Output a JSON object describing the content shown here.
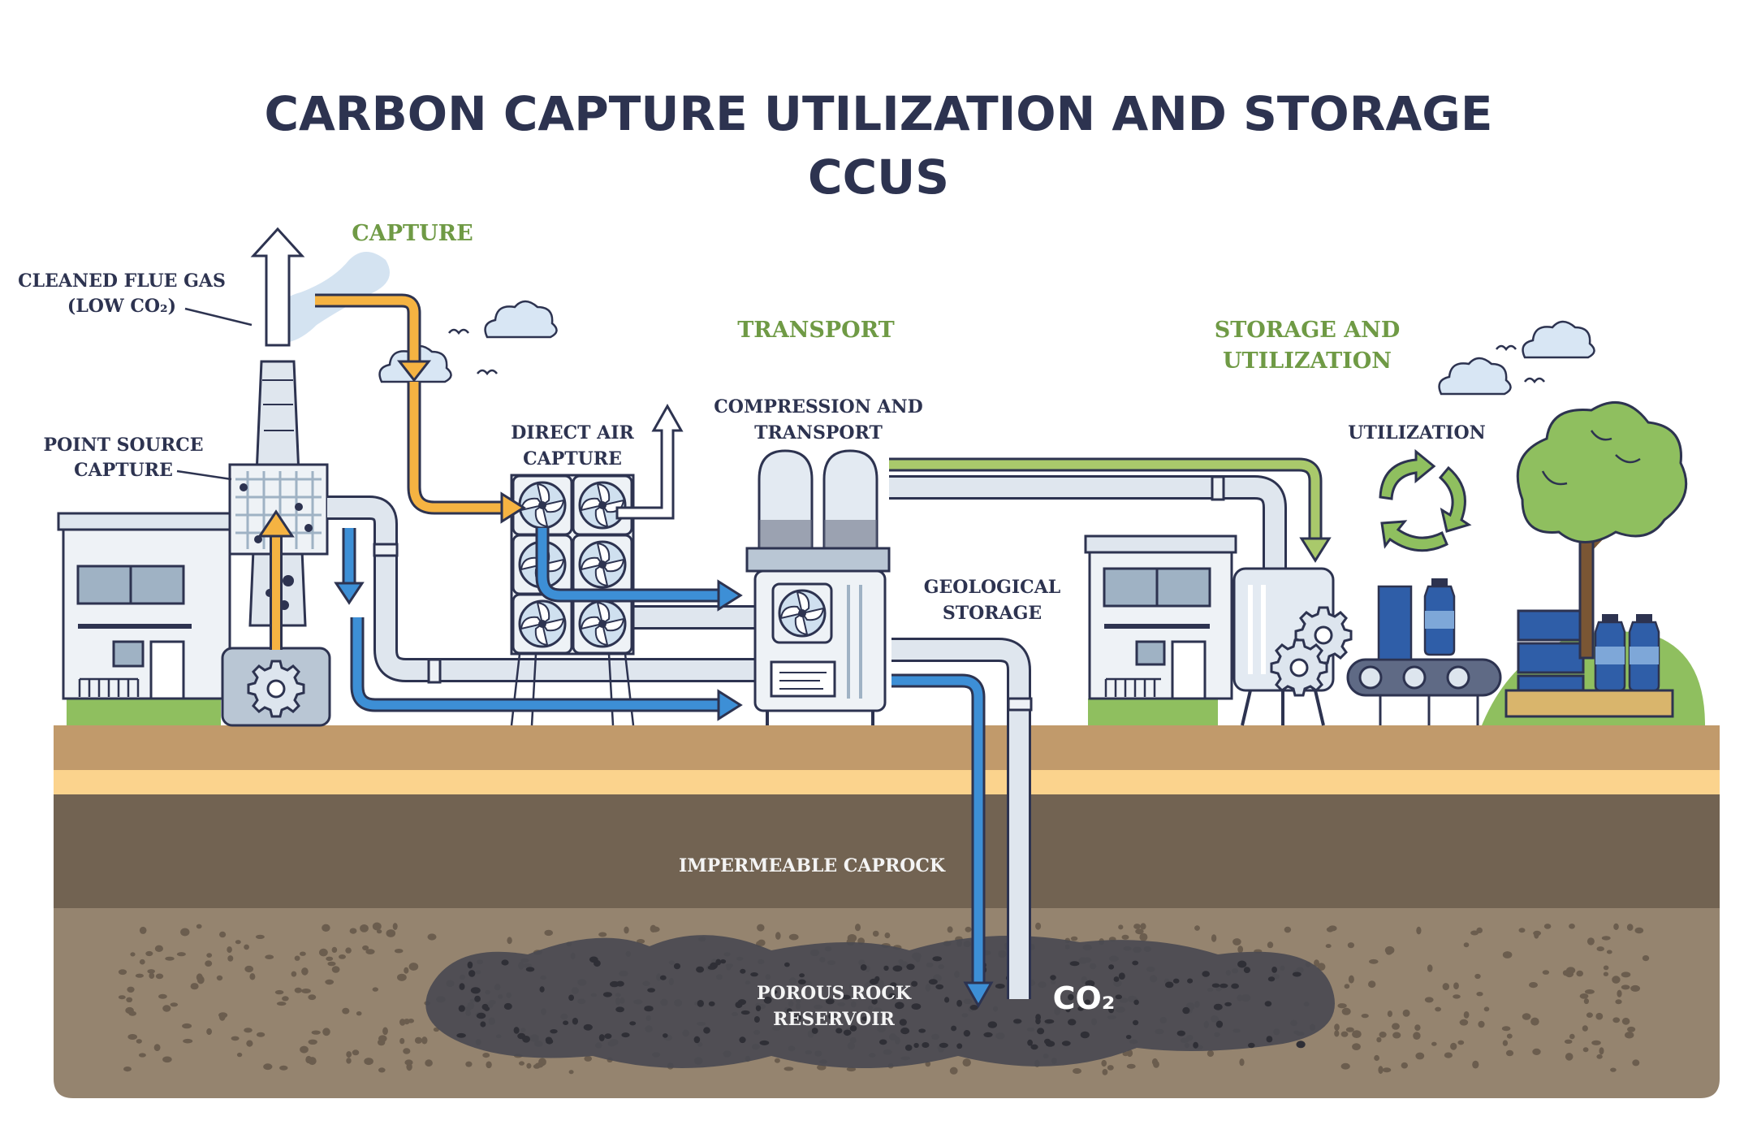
{
  "title": {
    "line1": "CARBON CAPTURE UTILIZATION AND STORAGE",
    "line2": "CCUS"
  },
  "sections": {
    "capture": "CAPTURE",
    "transport": "TRANSPORT",
    "storage_line1": "STORAGE AND",
    "storage_line2": "UTILIZATION"
  },
  "labels": {
    "flue_gas_line1": "CLEANED FLUE GAS",
    "flue_gas_line2": "(LOW CO₂)",
    "point_source_line1": "POINT SOURCE",
    "point_source_line2": "CAPTURE",
    "direct_air_line1": "DIRECT AIR",
    "direct_air_line2": "CAPTURE",
    "compression_line1": "COMPRESSION AND",
    "compression_line2": "TRANSPORT",
    "geological_line1": "GEOLOGICAL",
    "geological_line2": "STORAGE",
    "utilization": "UTILIZATION",
    "caprock": "IMPERMEABLE CAPROCK",
    "reservoir_line1": "POROUS ROCK",
    "reservoir_line2": "RESERVOIR",
    "co2": "CO₂"
  },
  "icons": [
    "fan-icon",
    "gear-icon",
    "recycle-icon",
    "cloud-icon",
    "bird-icon",
    "tree-icon",
    "bottle-icon",
    "solar-panel-icon",
    "arrow-icon"
  ],
  "colors": {
    "title": "#2d3350",
    "section_green": "#6f9a45",
    "co2_blue": "#3d8fd6",
    "air_yellow": "#f5b342",
    "transport_green": "#a9c96b",
    "soil_top": "#c19a6b",
    "sand": "#fbd38d",
    "caprock": "#726352",
    "reservoir_rock": "#95846f",
    "co2_plume": "#4a4a52",
    "pipe": "#dfe6ee"
  }
}
